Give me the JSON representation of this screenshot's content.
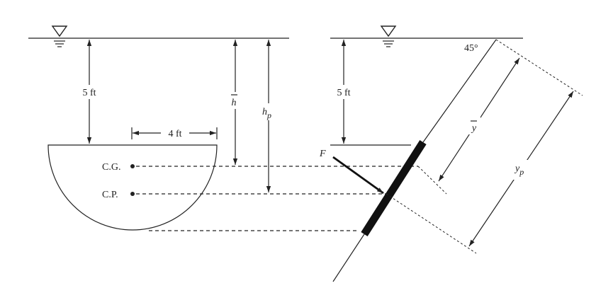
{
  "left_panel": {
    "depth_label": "5 ft",
    "width_label": "4 ft",
    "cg_label": "C.G.",
    "cp_label": "C.P.",
    "hbar_label": "h",
    "hp_main": "h",
    "hp_sub": "p"
  },
  "right_panel": {
    "depth_label": "5 ft",
    "angle_label": "45°",
    "force_label": "F",
    "ybar_label": "y",
    "yp_main": "y",
    "yp_sub": "p"
  },
  "icons": [
    "water-surface-triangle-icon",
    "water-surface-triangle-icon"
  ]
}
